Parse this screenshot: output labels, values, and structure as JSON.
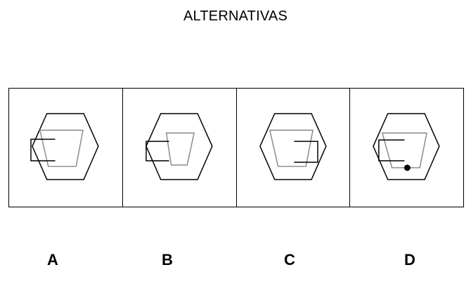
{
  "header": {
    "title": "ALTERNATIVAS"
  },
  "options": [
    {
      "label": "A"
    },
    {
      "label": "B"
    },
    {
      "label": "C"
    },
    {
      "label": "D"
    }
  ],
  "colors": {
    "stroke": "#000000",
    "inner_shape": "#8a8a8a"
  }
}
